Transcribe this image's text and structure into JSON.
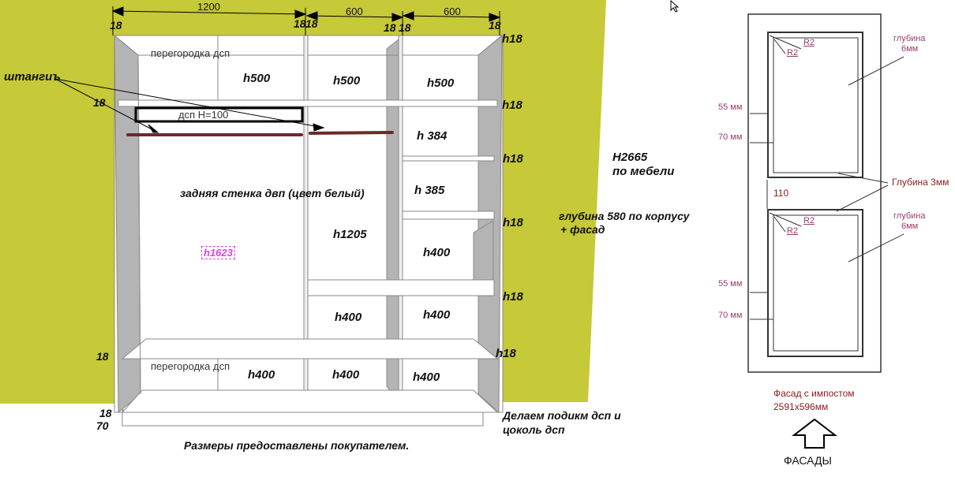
{
  "colors": {
    "wall": "#c6c938",
    "panel": "#ffffff",
    "side": "#b4b4b4",
    "rod": "#6b2a2a",
    "accent_pink": "#9a3b6f",
    "dim_magenta": "#e040e0"
  },
  "top_dims": {
    "w1": "1200",
    "w2": "600",
    "w3": "600",
    "t": [
      "18",
      "18",
      "18",
      "18",
      "18",
      "18"
    ]
  },
  "right_h18": [
    "h18",
    "h18",
    "h18",
    "h18",
    "h18",
    "h18"
  ],
  "left_labels": {
    "rods": "штангиъ",
    "t1": "18",
    "t2": "18",
    "t3": "18",
    "plinth": "70"
  },
  "cabinet": {
    "partition_top": "перегородка дсп",
    "partition_bottom": "перегородка дсп",
    "rod_panel": "дсп H=100",
    "back_wall": "задняя стенка двп (цвет белый)",
    "left_height": "h1623",
    "heights": {
      "l_top": "h500",
      "m_top": "h500",
      "r_top": "h500",
      "r2": "h 384",
      "r3": "h 385",
      "m_mid": "h1205",
      "r4": "h400",
      "m_low": "h400",
      "r5": "h400",
      "l_bot": "h400",
      "m_bot": "h400",
      "r_bot": "h400"
    }
  },
  "notes": {
    "height": "H2665",
    "height2": "по мебели",
    "depth": "глубина 580 по корпусу",
    "depth2": "+ фасад",
    "plinth": "Делаем подикм дсп и",
    "plinth2": "цоколь дсп",
    "source": "Размеры предоставлены покупателем."
  },
  "facade": {
    "r2": "R2",
    "depth6": "глубина",
    "depth6b": "6мм",
    "d55": "55 мм",
    "d70": "70 мм",
    "gap": "110",
    "depth3": "Глубина 3мм",
    "caption": "Фасад с импостом",
    "caption2": "2591x596мм",
    "label": "ФАСАДЫ"
  }
}
